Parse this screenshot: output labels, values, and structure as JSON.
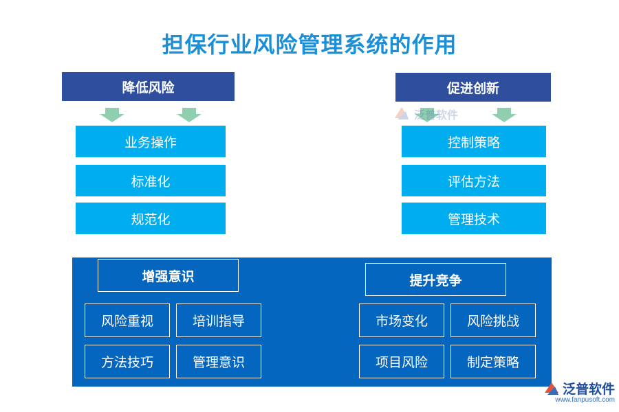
{
  "title": "担保行业风险管理系统的作用",
  "left_top": {
    "header": "降低风险",
    "items": [
      "业务操作",
      "标准化",
      "规范化"
    ]
  },
  "right_top": {
    "header": "促进创新",
    "items": [
      "控制策略",
      "评估方法",
      "管理技术"
    ]
  },
  "bottom_left": {
    "header": "增强意识",
    "items": [
      "风险重视",
      "培训指导",
      "方法技巧",
      "管理意识"
    ]
  },
  "bottom_right": {
    "header": "提升竞争",
    "items": [
      "市场变化",
      "风险挑战",
      "项目风险",
      "制定策略"
    ]
  },
  "watermark": {
    "text": "泛普软件",
    "icon": "fanpu-logo-icon"
  },
  "logo": {
    "name": "泛普软件",
    "url": "www.fanpusoft.com",
    "icon": "fanpu-logo-icon"
  },
  "colors": {
    "title": "#1a8fd8",
    "header_box": "#2f4f9e",
    "item_box": "#00aeef",
    "bottom_panel": "#0566c0",
    "arrow": "#8fcfb0"
  }
}
